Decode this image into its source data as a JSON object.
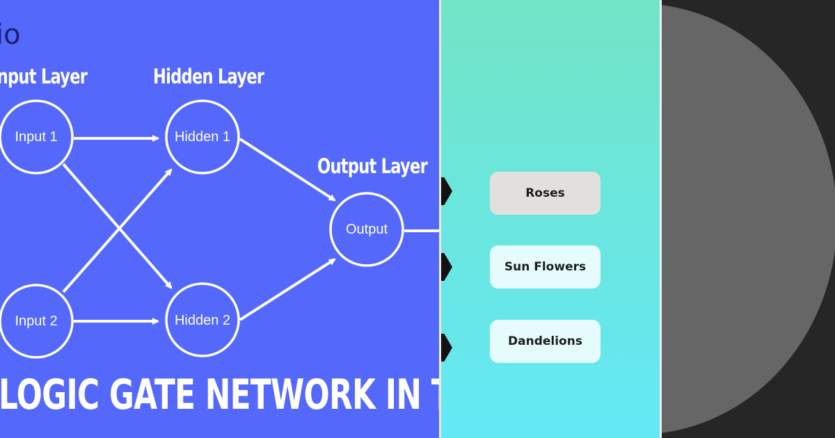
{
  "left_panel": {
    "brand_fragment": "io",
    "layers": {
      "input": "Input Layer",
      "hidden": "Hidden Layer",
      "output": "Output Layer"
    },
    "nodes": {
      "input1": "Input 1",
      "input2": "Input 2",
      "hidden1": "Hidden 1",
      "hidden2": "Hidden 2",
      "output": "Output"
    },
    "banner": "LOGIC GATE NETWORK IN TENSORFLOW",
    "background_color": "#5469fb"
  },
  "middle_panel": {
    "options": [
      {
        "label": "Roses",
        "selected": true
      },
      {
        "label": "Sun Flowers",
        "selected": false
      },
      {
        "label": "Dandelions",
        "selected": false
      }
    ]
  },
  "right_panel": {
    "background_color": "#262626",
    "disc_color": "#666666"
  }
}
